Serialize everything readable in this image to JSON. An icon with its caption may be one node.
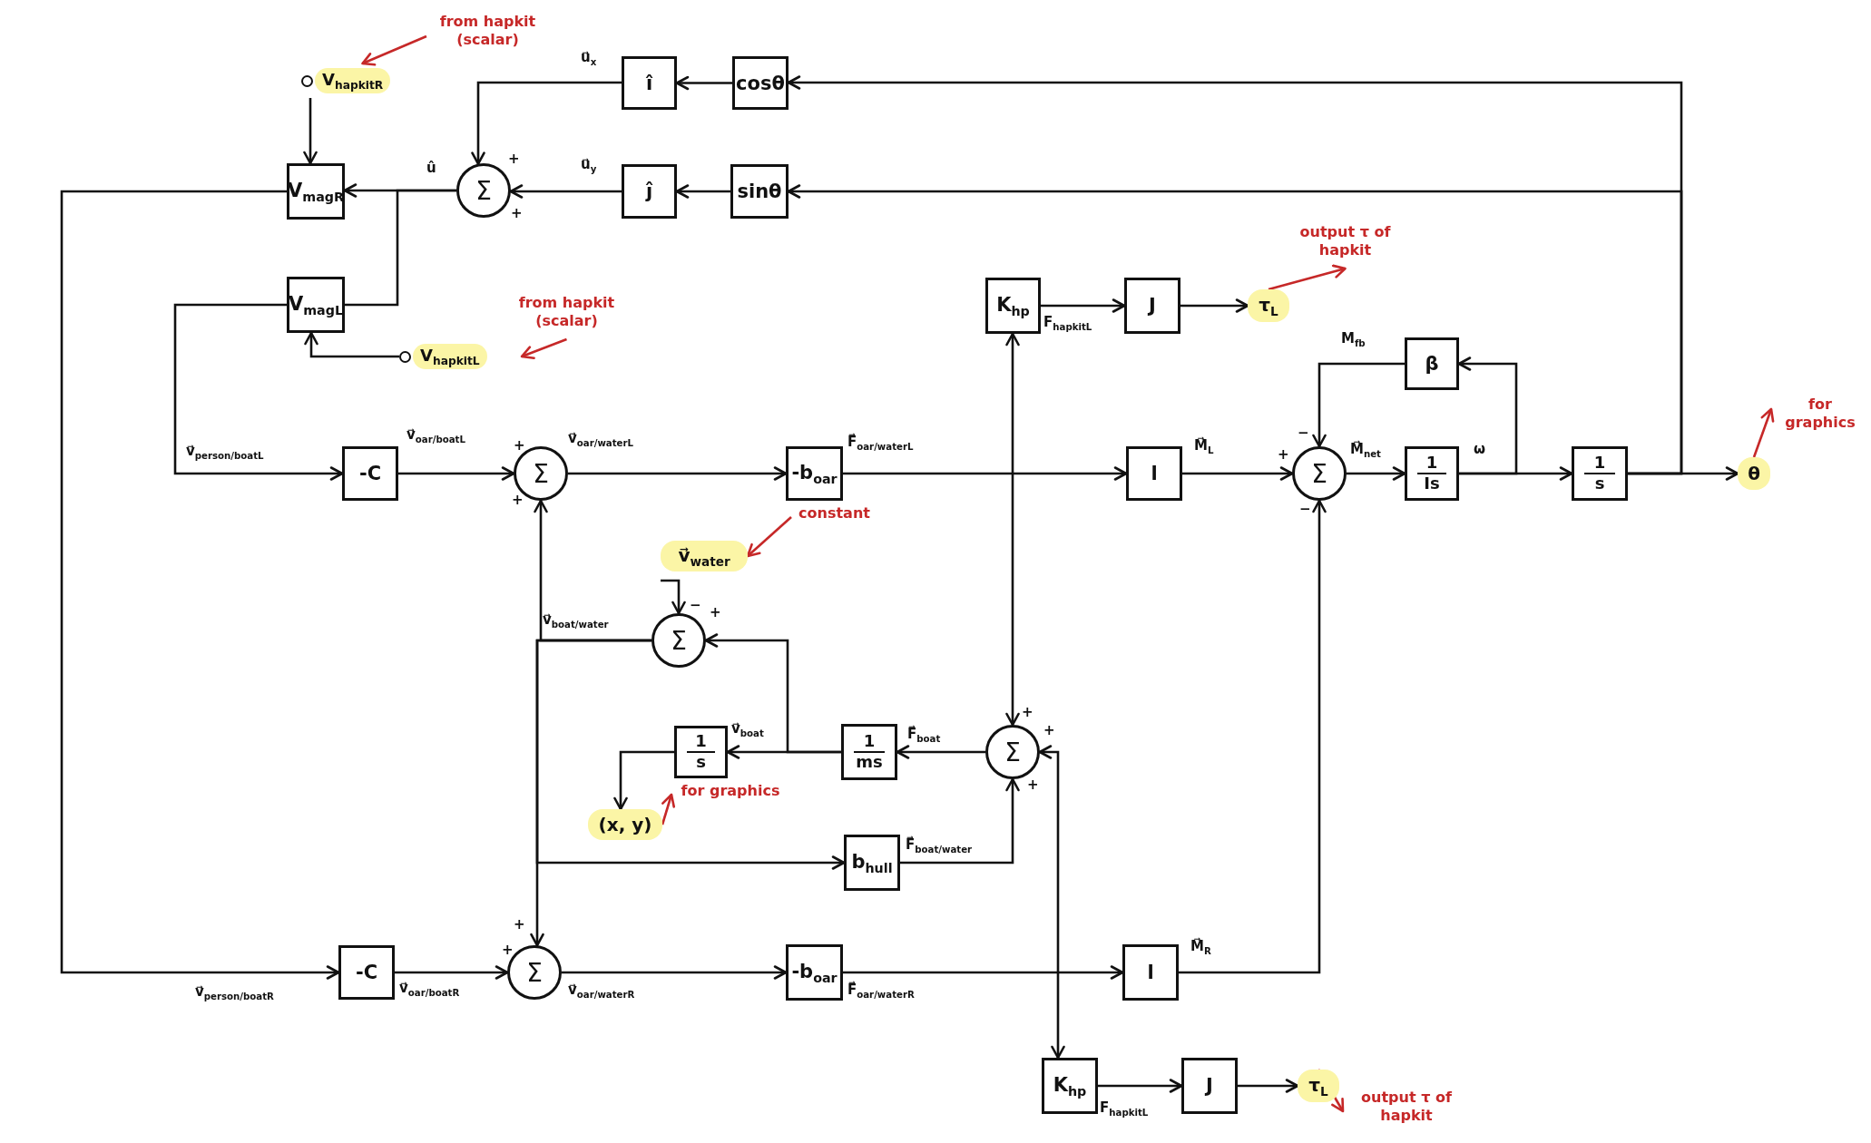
{
  "diagram": {
    "nodes": [
      {
        "text": [
          "V$_{hapkit}$$_{R}$"
        ]
      },
      {
        "text": [
          "from hapkit (scalar)"
        ]
      },
      {
        "text": [
          "V$_{mag}$$_{R}$"
        ]
      },
      {
        "text": [
          "Σ"
        ]
      },
      {
        "text": [
          "î"
        ]
      },
      {
        "text": [
          "cosθ"
        ]
      },
      {
        "text": [
          "ĵ"
        ]
      },
      {
        "text": [
          "sinθ"
        ]
      },
      {
        "text": [
          "V$_{mag}$$_{L}$"
        ]
      },
      {
        "text": [
          "V$_{hapkit}$$_{L}$"
        ]
      },
      {
        "text": [
          "from hapkit (scalar)"
        ]
      },
      {
        "text": [
          "-C"
        ]
      },
      {
        "text": [
          "Σ"
        ]
      },
      {
        "text": [
          "-b$_{oar}$"
        ]
      },
      {
        "text": [
          "K$_{hp}$"
        ]
      },
      {
        "text": [
          "J"
        ]
      },
      {
        "text": [
          "τ$_{L}$"
        ]
      },
      {
        "text": [
          "output τ of hapkit"
        ]
      },
      {
        "text": [
          "l"
        ]
      },
      {
        "text": [
          "Σ"
        ]
      },
      {
        "text": [
          "1",
          "Is"
        ]
      },
      {
        "text": [
          "β"
        ]
      },
      {
        "text": [
          "1",
          "s"
        ]
      },
      {
        "text": [
          "θ"
        ]
      },
      {
        "text": [
          "for graphics"
        ]
      },
      {
        "text": [
          "v⃗$_{water}$"
        ]
      },
      {
        "text": [
          "constant"
        ]
      },
      {
        "text": [
          "Σ"
        ]
      },
      {
        "text": [
          "1",
          "s"
        ]
      },
      {
        "text": [
          "1",
          "ms"
        ]
      },
      {
        "text": [
          "Σ"
        ]
      },
      {
        "text": [
          "(x, y)"
        ]
      },
      {
        "text": [
          "for graphics"
        ]
      },
      {
        "text": [
          "b$_{hull}$"
        ]
      },
      {
        "text": [
          "-C"
        ]
      },
      {
        "text": [
          "Σ"
        ]
      },
      {
        "text": [
          "-b$_{oar}$"
        ]
      },
      {
        "text": [
          "l"
        ]
      },
      {
        "text": [
          "K$_{hp}$"
        ]
      },
      {
        "text": [
          "J"
        ]
      },
      {
        "text": [
          "τ$_{L}$"
        ]
      },
      {
        "text": [
          "output τ of hapkit"
        ]
      }
    ],
    "edges": [
      {
        "from": 1,
        "to": 0,
        "arrow": "to",
        "color": "#c62828"
      },
      {
        "from": 0,
        "to": 2,
        "arrow": "to"
      },
      {
        "from": 3,
        "to": 2,
        "arrow": "to",
        "label": "û"
      },
      {
        "from": 3,
        "to": 8,
        "arrow": "none"
      },
      {
        "from": 5,
        "to": 4,
        "arrow": "to"
      },
      {
        "from": 4,
        "to": 3,
        "arrow": "to",
        "label": "u⃗$_{x}$"
      },
      {
        "from": 7,
        "to": 6,
        "arrow": "to"
      },
      {
        "from": 6,
        "to": 3,
        "arrow": "to",
        "label": "u⃗$_{y}$"
      },
      {
        "from": 9,
        "to": 8,
        "arrow": "to"
      },
      {
        "from": 10,
        "to": 9,
        "arrow": "to",
        "color": "#c62828"
      },
      {
        "from": 8,
        "to": 11,
        "arrow": "to",
        "label": "v⃗$_{person/boat}$$_{L}$"
      },
      {
        "from": 2,
        "to": 34,
        "arrow": "to",
        "label": "v⃗$_{person/boat}$$_{R}$"
      },
      {
        "from": 11,
        "to": 12,
        "arrow": "to",
        "label": "v⃗$_{oar/boat}$$_{L}$"
      },
      {
        "from": 12,
        "to": 13,
        "arrow": "to",
        "label": "v⃗$_{oar/water}$$_{L}$"
      },
      {
        "from": 13,
        "to": 18,
        "arrow": "to",
        "label": "F⃗$_{oar/water}$$_{L}$"
      },
      {
        "from": 18,
        "to": 19,
        "arrow": "to",
        "label": "M⃗$_{L}$"
      },
      {
        "from": 19,
        "to": 20,
        "arrow": "to",
        "label": "M⃗$_{net}$"
      },
      {
        "from": 20,
        "to": 22,
        "arrow": "to",
        "label": "ω"
      },
      {
        "from": 20,
        "to": 21,
        "arrow": "to"
      },
      {
        "from": 21,
        "to": 19,
        "arrow": "to",
        "label": "M$_{fb}$"
      },
      {
        "from": 37,
        "to": 19,
        "arrow": "to",
        "label": "M⃗$_{R}$"
      },
      {
        "from": 14,
        "to": 15,
        "arrow": "to",
        "label": "F$_{hapkit}$$_{L}$"
      },
      {
        "from": 15,
        "to": 16,
        "arrow": "to"
      },
      {
        "from": 16,
        "to": 17,
        "arrow": "to",
        "color": "#c62828"
      },
      {
        "from": 14,
        "to": 30,
        "arrow": "both"
      },
      {
        "from": 30,
        "to": 38,
        "arrow": "both"
      },
      {
        "from": 38,
        "to": 39,
        "arrow": "to",
        "label": "F$_{hapkit}$$_{L}$"
      },
      {
        "from": 39,
        "to": 40,
        "arrow": "to"
      },
      {
        "from": 40,
        "to": 41,
        "arrow": "to",
        "color": "#c62828"
      },
      {
        "from": 22,
        "to": 23,
        "arrow": "to"
      },
      {
        "from": 22,
        "to": 5,
        "arrow": "to"
      },
      {
        "from": 22,
        "to": 7,
        "arrow": "to"
      },
      {
        "from": 23,
        "to": 24,
        "arrow": "to",
        "color": "#c62828"
      },
      {
        "from": 26,
        "to": 25,
        "arrow": "to",
        "color": "#c62828"
      },
      {
        "from": 25,
        "to": 27,
        "arrow": "to"
      },
      {
        "from": 29,
        "to": 28,
        "arrow": "to",
        "label": "v⃗$_{boat}$"
      },
      {
        "from": 29,
        "to": 27,
        "arrow": "to"
      },
      {
        "from": 30,
        "to": 29,
        "arrow": "to",
        "label": "F⃗$_{boat}$"
      },
      {
        "from": 28,
        "to": 31,
        "arrow": "to"
      },
      {
        "from": 31,
        "to": 32,
        "arrow": "to",
        "color": "#c62828"
      },
      {
        "from": 27,
        "to": 12,
        "arrow": "to",
        "label": "v⃗$_{boat/water}$"
      },
      {
        "from": 27,
        "to": 35,
        "arrow": "to"
      },
      {
        "from": 27,
        "to": 33,
        "arrow": "to"
      },
      {
        "from": 33,
        "to": 30,
        "arrow": "to",
        "label": "F⃗$_{boat/water}$"
      },
      {
        "from": 34,
        "to": 35,
        "arrow": "to",
        "label": "v⃗$_{oar/boat}$$_{R}$"
      },
      {
        "from": 35,
        "to": 36,
        "arrow": "to",
        "label": "v⃗$_{oar/water}$$_{R}$"
      },
      {
        "from": 36,
        "to": 37,
        "arrow": "to",
        "label": "F⃗$_{oar/water}$$_{R}$"
      }
    ],
    "labels": [
      "+",
      "+",
      "+",
      "+",
      "−",
      "+",
      "+",
      "+",
      "+",
      "+",
      "+",
      "+",
      "−",
      "−"
    ]
  }
}
